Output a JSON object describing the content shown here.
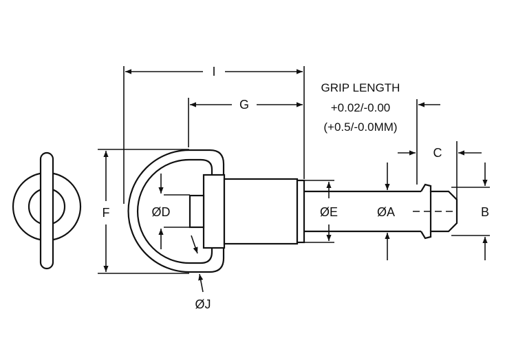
{
  "labels": {
    "I": "I",
    "G": "G",
    "F": "F",
    "D": "ØD",
    "E": "ØE",
    "A": "ØA",
    "B": "B",
    "C": "C",
    "J": "ØJ"
  },
  "grip_note": {
    "line1": "GRIP LENGTH",
    "line2": "+0.02/-0.00",
    "line3": "(+0.5/-0.0MM)"
  }
}
